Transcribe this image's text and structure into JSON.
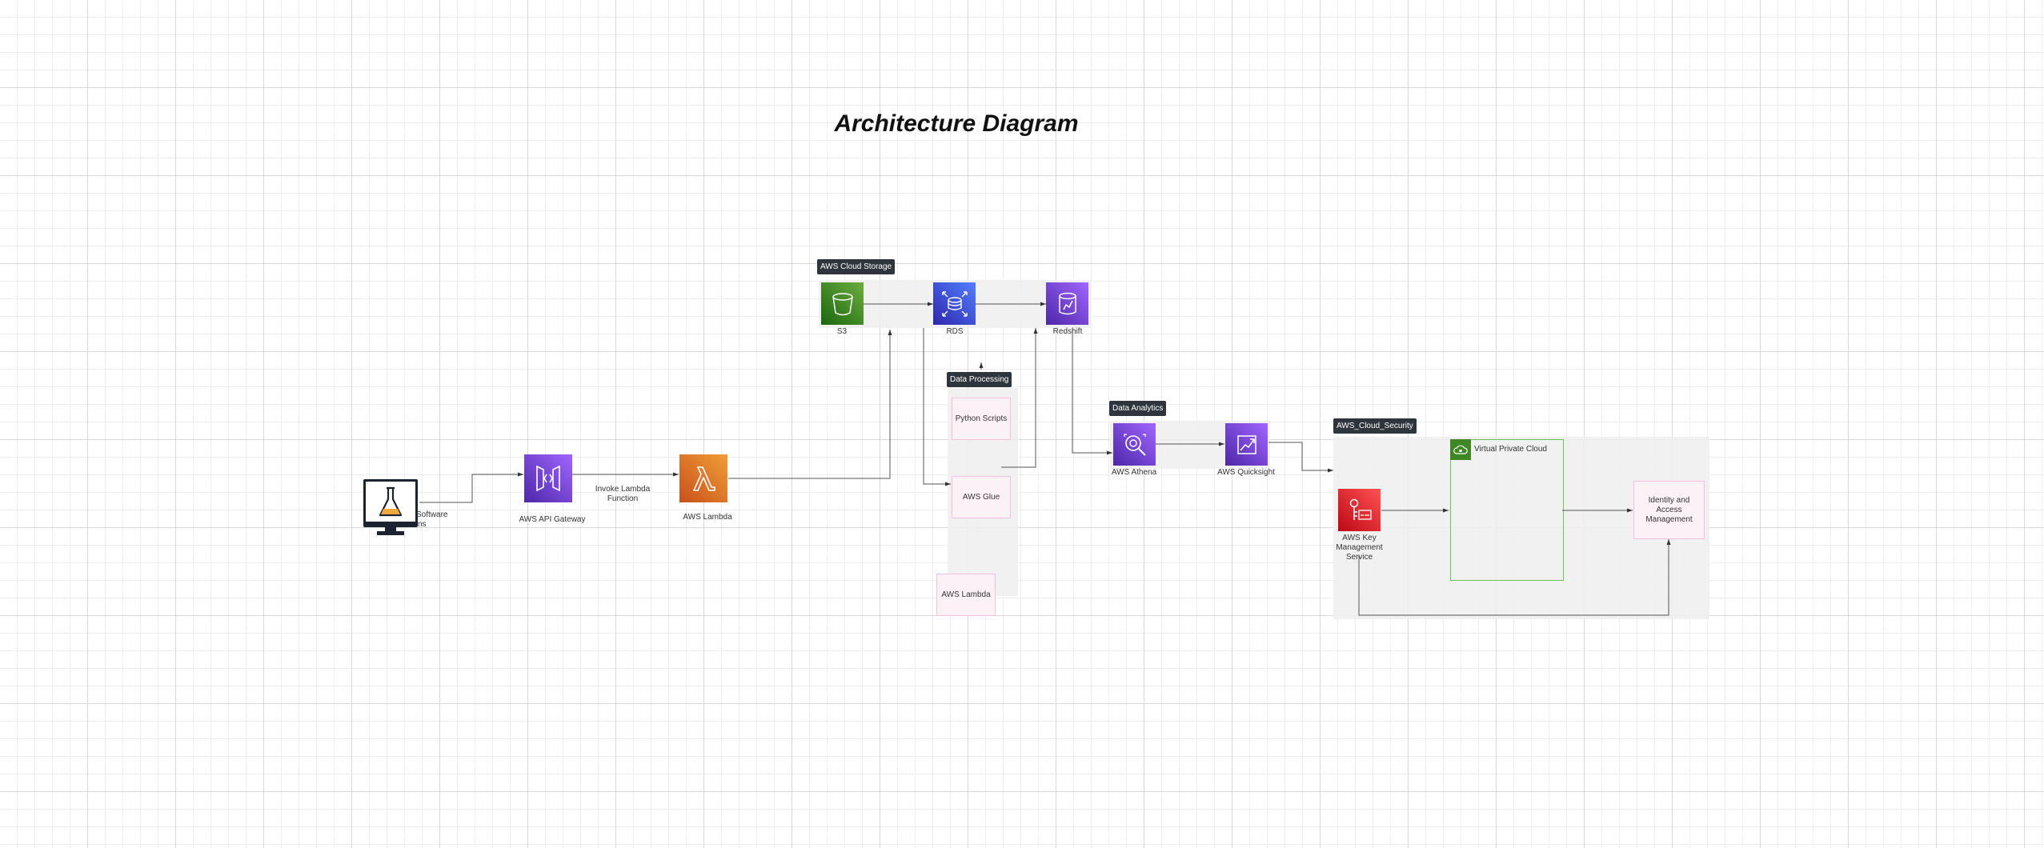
{
  "title": "Architecture Diagram",
  "groups": {
    "cloud_storage": "AWS Cloud Storage",
    "data_processing": "Data Processing",
    "data_analytics": "Data Analytics",
    "cloud_security": "AWS_Cloud_Security",
    "vpc": "Virtual Private Cloud"
  },
  "nodes": {
    "software": "Software",
    "software_suffix": "ns",
    "api_gateway": "AWS API Gateway",
    "lambda": "AWS Lambda",
    "s3": "S3",
    "rds": "RDS",
    "redshift": "Redshift",
    "python_scripts": "Python Scripts",
    "glue": "AWS Glue",
    "lambda_box": "AWS Lambda",
    "athena": "AWS Athena",
    "quicksight": "AWS Quicksight",
    "kms": "AWS Key Management Service",
    "iam": "Identity and Access Management"
  },
  "edges": {
    "invoke_lambda": "Invoke Lambda Function"
  },
  "colors": {
    "storage_green": "#3f8624",
    "rds_blue": "#3b48cc",
    "purple": "#7a3ec9",
    "lambda_orange": "#e07b1f",
    "kms_red": "#c7262c",
    "vpc_green": "#3f8624",
    "group_tag": "#2f353d"
  },
  "icons": {
    "software": "monitor-flask-icon",
    "api_gateway": "api-gateway-icon",
    "lambda": "lambda-icon",
    "s3": "bucket-icon",
    "rds": "database-icon",
    "redshift": "data-warehouse-icon",
    "athena": "magnifier-icon",
    "quicksight": "chart-icon",
    "kms": "key-icon",
    "vpc": "cloud-lock-icon"
  }
}
